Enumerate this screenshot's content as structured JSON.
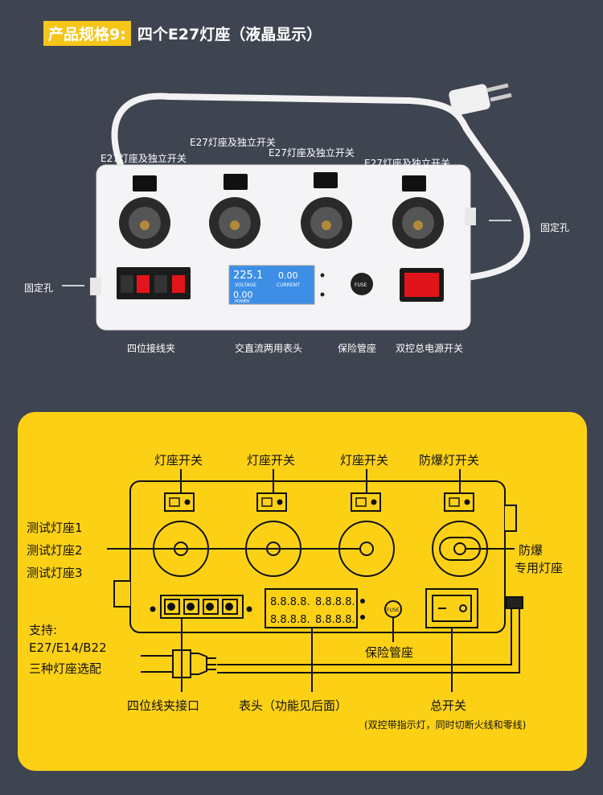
{
  "header": {
    "spec_label": "产品规格9:",
    "title": "四个E27灯座（液晶显示）"
  },
  "photo_labels": {
    "socket_switch": "E27灯座及独立开关",
    "mount_hole": "固定孔",
    "terminal": "四位接线夹",
    "meter": "交直流两用表头",
    "fuse": "保险管座",
    "main_switch": "双控总电源开关"
  },
  "lcd": {
    "volt": "225.1",
    "volt_label": "VOLTAGE",
    "current": "0.00",
    "current_label": "CURRENT",
    "power": "0.00",
    "power_label": "POWER",
    "fuse_mark": "FUSE"
  },
  "diagram": {
    "switch_label": "灯座开关",
    "explosion_switch_label": "防爆灯开关",
    "test_sockets": [
      "测试灯座1",
      "测试灯座2",
      "测试灯座3"
    ],
    "explosion_socket": [
      "防爆",
      "专用灯座"
    ],
    "support": [
      "支持:",
      "E27/E14/B22",
      "三种灯座选配"
    ],
    "terminal_label": "四位线夹接口",
    "meter_label": "表头（功能见后面）",
    "fuse_label": "保险管座",
    "fuse_mark": "FUSE",
    "main_switch_label": "总开关",
    "main_switch_note": "(双控带指示灯，同时切断火线和零线)",
    "meter_digits": [
      "8.8.8.8.",
      "8.8.8.8.",
      "8.8.8.8.",
      "8.8.8.8."
    ]
  }
}
